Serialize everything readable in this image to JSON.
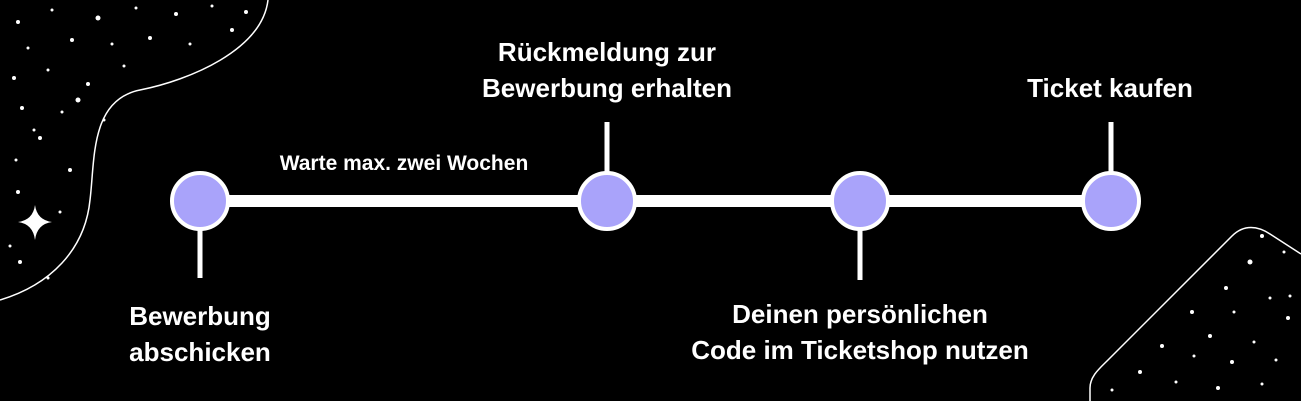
{
  "colors": {
    "background": "#000000",
    "line": "#ffffff",
    "node_fill": "#a9a3fa",
    "node_stroke": "#ffffff",
    "text": "#ffffff"
  },
  "steps": [
    {
      "lines": [
        "Bewerbung",
        "abschicken"
      ]
    },
    {
      "lines": [
        "Rückmeldung zur",
        "Bewerbung erhalten"
      ]
    },
    {
      "lines": [
        "Deinen persönlichen",
        "Code im Ticketshop nutzen"
      ]
    },
    {
      "lines": [
        "Ticket kaufen"
      ]
    }
  ],
  "connector_label": "Warte max. zwei Wochen",
  "decor": [
    "sparkle-icon",
    "star-dots"
  ]
}
